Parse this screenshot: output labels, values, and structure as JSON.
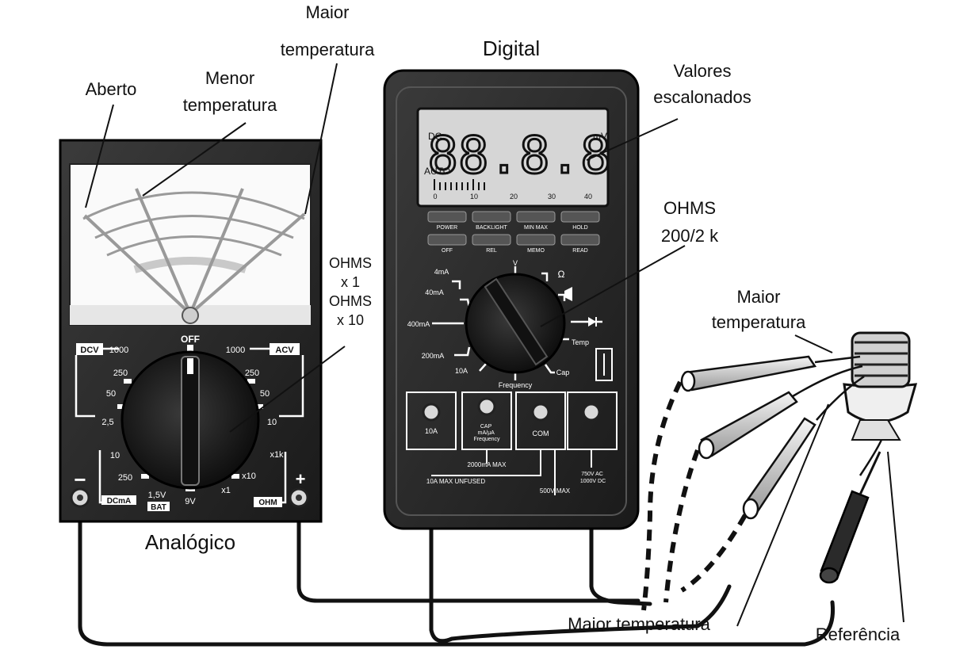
{
  "labels": {
    "maior_top": [
      "Maior",
      "temperatura"
    ],
    "aberto": "Aberto",
    "menor": [
      "Menor",
      "temperatura"
    ],
    "digital": "Digital",
    "valores": [
      "Valores",
      "escalonados"
    ],
    "ohms_analog": [
      "OHMS",
      "x 1",
      "OHMS",
      "x 10"
    ],
    "ohms_digital": [
      "OHMS",
      "200/2 k"
    ],
    "maior_right": [
      "Maior",
      "temperatura"
    ],
    "analogico": "Analógico",
    "maior_bottom": "Maior temperatura",
    "referencia": "Referência"
  },
  "analog_meter": {
    "dcv": "DCV",
    "acv": "ACV",
    "off": "OFF",
    "dcv_ranges": [
      "1000",
      "250",
      "50",
      "2,5"
    ],
    "acv_ranges": [
      "1000",
      "250",
      "50",
      "10"
    ],
    "dcma": "DCmA",
    "ma_ranges": [
      "10",
      "250"
    ],
    "bat_value": "1,5V",
    "bat": "BAT",
    "v9": "9V",
    "ohm": "OHM",
    "ohm_ranges": [
      "x1k",
      "x10",
      "x1"
    ],
    "minus": "−",
    "plus": "+"
  },
  "digital_meter": {
    "dc": "DC",
    "mv": "mV",
    "auto": "AUTO",
    "display": "88.8.8",
    "bar_ticks": [
      "0",
      "10",
      "20",
      "30",
      "40"
    ],
    "buttons_top": [
      "POWER",
      "BACKLIGHT",
      "MIN MAX",
      "HOLD"
    ],
    "buttons_bottom": [
      "OFF",
      "REL",
      "MEMO",
      "READ"
    ],
    "dial_left": [
      "4mA",
      "40mA",
      "400mA",
      "200mA",
      "10A"
    ],
    "dial_right": [
      "Ω",
      "Temp",
      "Cap"
    ],
    "dial_bottom": "Frequency",
    "dial_top": "V",
    "jacks": [
      "10A",
      "CAP\nmA/μA\nFrequency",
      "COM",
      ""
    ],
    "jack_captions": [
      "2000mA MAX",
      "10A MAX UNFUSED",
      "500V MAX",
      "750V AC\n1000V DC"
    ]
  }
}
